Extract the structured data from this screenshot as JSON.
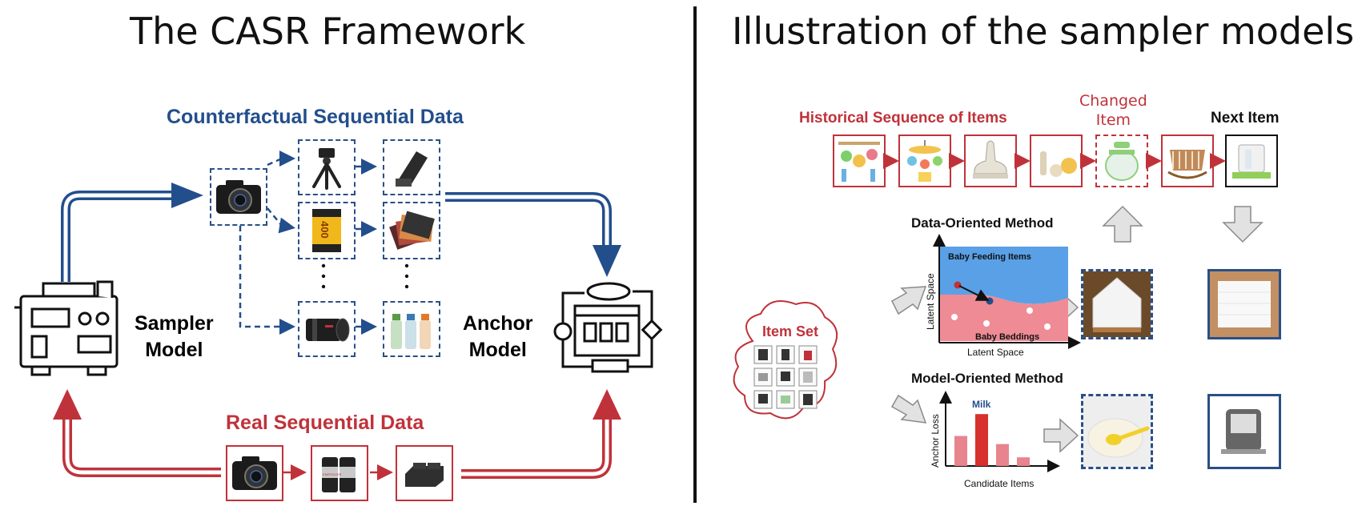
{
  "left": {
    "title": "The CASR Framework",
    "counterfactual_label": "Counterfactual Sequential Data",
    "real_label": "Real Sequential Data",
    "sampler_label_line1": "Sampler",
    "sampler_label_line2": "Model",
    "anchor_label_line1": "Anchor",
    "anchor_label_line2": "Model",
    "film_text": "400",
    "battery_text": "ENERGIZER"
  },
  "right": {
    "title": "Illustration of the sampler models",
    "historical_label": "Historical Sequence of Items",
    "changed_label_line1": "Changed",
    "changed_label_line2": "Item",
    "next_label": "Next Item",
    "data_method_label": "Data-Oriented Method",
    "model_method_label": "Model-Oriented Method",
    "item_set_label": "Item Set",
    "latent_ylabel": "Latent Space",
    "latent_xlabel": "Latent Space",
    "region_top_label": "Baby Feeding Items",
    "region_bottom_label": "Baby Beddings",
    "bar_ylabel": "Anchor Loss",
    "bar_xlabel": "Candidate Items",
    "bar_highlight_label": "Milk"
  },
  "colors": {
    "blue": "#234e8c",
    "red": "#c0323a",
    "latent_top": "#5aa0e6",
    "latent_bottom": "#ef8b94",
    "bar": "#e8848d",
    "bar_highlight": "#d6312d"
  },
  "chart_data": {
    "type": "bar",
    "categories": [
      "",
      "Milk",
      "",
      ""
    ],
    "values": [
      0.52,
      0.9,
      0.38,
      0.15
    ],
    "highlight_index": 1,
    "xlabel": "Candidate Items",
    "ylabel": "Anchor Loss"
  }
}
